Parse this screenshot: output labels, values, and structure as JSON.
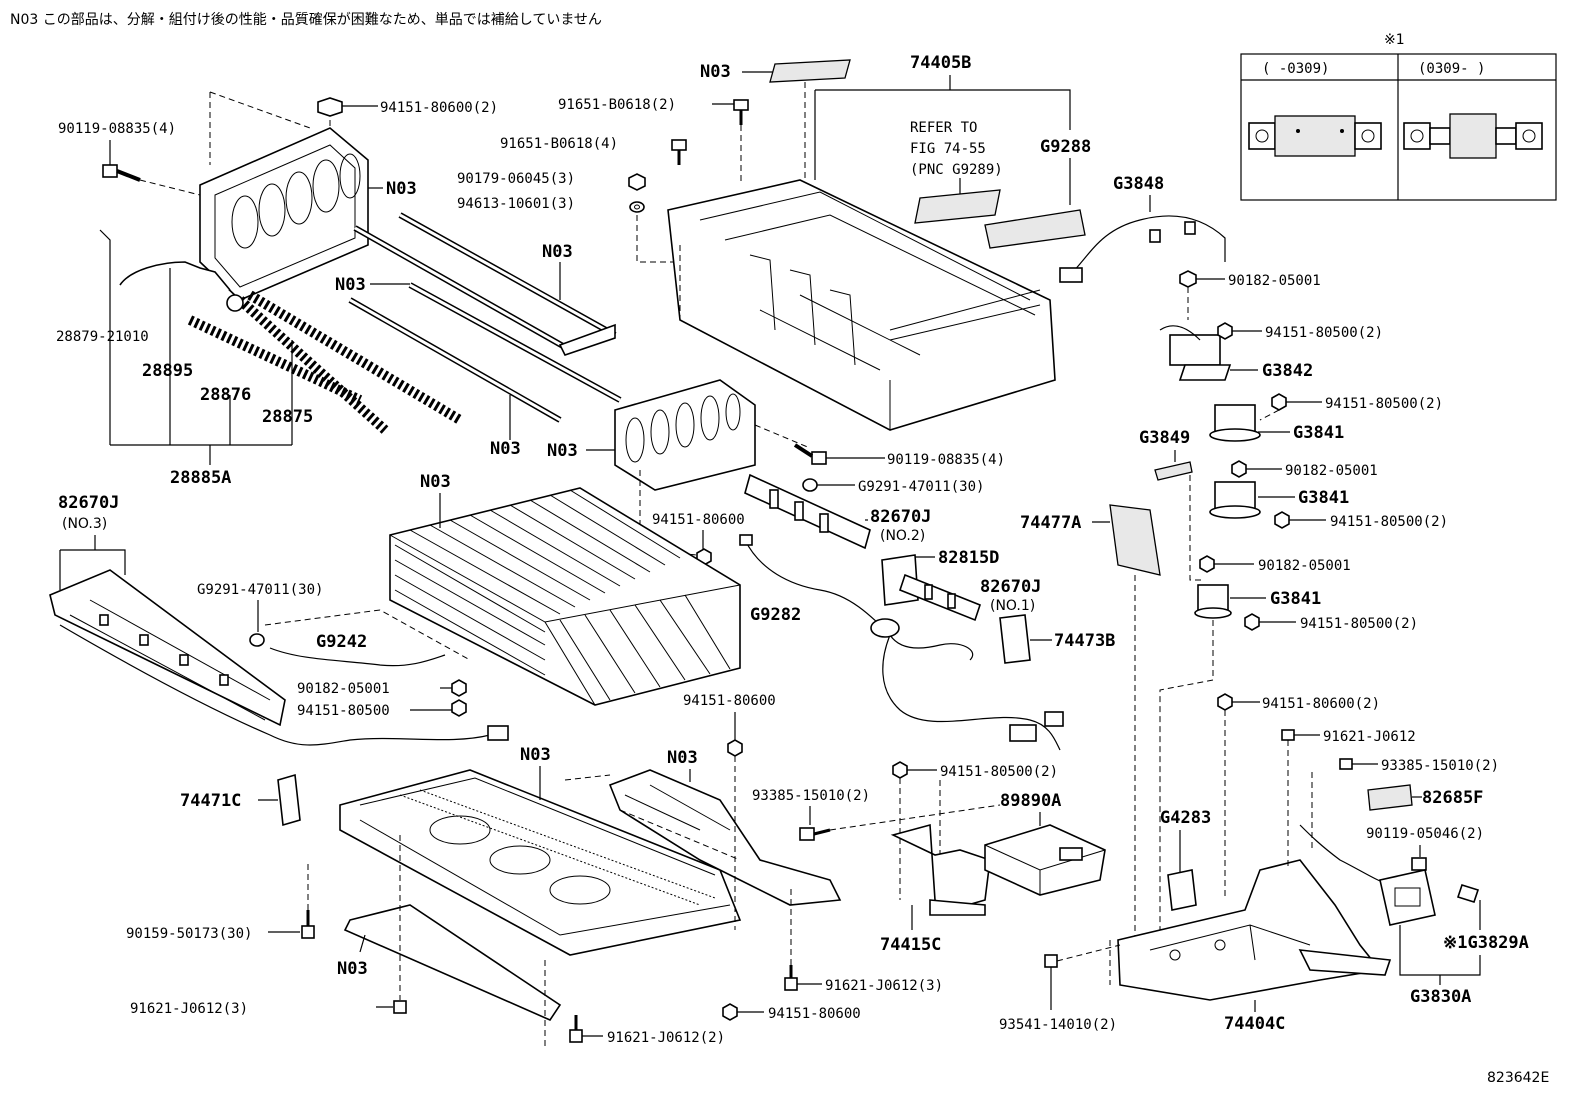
{
  "header": {
    "note": "N03 この部品は、分解・組付け後の性能・品質確保が困難なため、単品では補給していません",
    "diagram_id": "823642E"
  },
  "inset": {
    "mark": "※1",
    "col_left": "(      -0309)",
    "col_right": "(0309-      )"
  },
  "refer_note": {
    "line1": "REFER TO",
    "line2": "FIG 74-55",
    "line3": "(PNC G9289)"
  },
  "labels": {
    "l90119_a": "90119-08835(4)",
    "l94151_80600_2a": "94151-80600(2)",
    "n03_top_left": "N03",
    "l28879": "28879-21010",
    "l28895": "28895",
    "l28876": "28876",
    "l28875": "28875",
    "l28885a": "28885A",
    "n03_bar1": "N03",
    "n03_bar2": "N03",
    "n03_bar3": "N03",
    "n03_frame": "N03",
    "l91651_2": "91651-B0618(2)",
    "l91651_4": "91651-B0618(4)",
    "l90179": "90179-06045(3)",
    "l94613": "94613-10601(3)",
    "n03_top": "N03",
    "l74405b": "74405B",
    "lg9288": "G9288",
    "lg3848": "G3848",
    "l90182_a": "90182-05001",
    "l94151_80500_2a": "94151-80500(2)",
    "lg3842": "G3842",
    "l94151_80500_2b": "94151-80500(2)",
    "lg3841_a": "G3841",
    "lg3849": "G3849",
    "l90182_b": "90182-05001",
    "lg3841_b": "G3841",
    "l94151_80500_2c": "94151-80500(2)",
    "l90182_c": "90182-05001",
    "lg3841_c": "G3841",
    "l94151_80500_2d": "94151-80500(2)",
    "l90119_b": "90119-08835(4)",
    "lg9291_a": "G9291-47011(30)",
    "l94151_80600_a": "94151-80600",
    "l82670j_no2": "82670J",
    "l82670j_no2_sub": "(NO.2)",
    "l82815d": "82815D",
    "l82670j_no1": "82670J",
    "l82670j_no1_sub": "(NO.1)",
    "l74477a": "74477A",
    "l74473b": "74473B",
    "lg9282": "G9282",
    "n03_module": "N03",
    "l82670j_no3": "82670J",
    "l82670j_no3_sub": "(NO.3)",
    "lg9291_b": "G9291-47011(30)",
    "lg9242": "G9242",
    "l90182_d": "90182-05001",
    "l94151_80500": "94151-80500",
    "l74471c": "74471C",
    "n03_tray": "N03",
    "n03_cover": "N03",
    "l94151_80600_b": "94151-80600",
    "l94151_80600_2b": "94151-80600(2)",
    "l91621_a": "91621-J0612",
    "l93385_a": "93385-15010(2)",
    "l82685f": "82685F",
    "l90119_05046": "90119-05046(2)",
    "lg3829a": "※1G3829A",
    "lg3830a": "G3830A",
    "l94151_80500_2e": "94151-80500(2)",
    "l93385_b": "93385-15010(2)",
    "l89890a": "89890A",
    "lg4283": "G4283",
    "l74415c": "74415C",
    "l74404c": "74404C",
    "l93541": "93541-14010(2)",
    "l90159": "90159-50173(30)",
    "n03_bottom": "N03",
    "l91621_3a": "91621-J0612(3)",
    "l91621_3b": "91621-J0612(3)",
    "l91621_2": "91621-J0612(2)",
    "l94151_80600_c": "94151-80600"
  }
}
